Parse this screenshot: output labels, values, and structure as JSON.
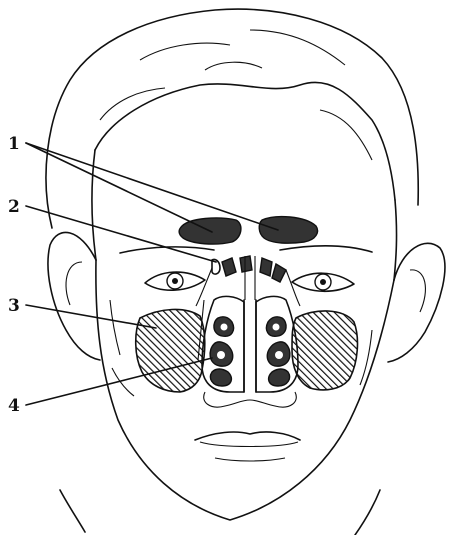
{
  "labels": {
    "l1": "1",
    "l2": "2",
    "l3": "3",
    "l4": "4"
  },
  "colors": {
    "ink": "#111111",
    "background": "#ffffff"
  }
}
